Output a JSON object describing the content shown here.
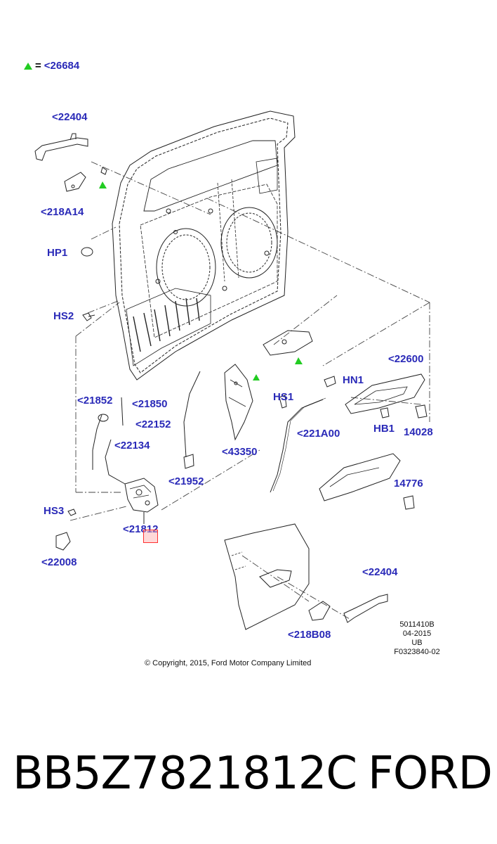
{
  "legend": {
    "symbol": "green-triangle",
    "equals": "=",
    "text": "<26684"
  },
  "callouts": [
    {
      "id": "22404-top",
      "text": "<22404"
    },
    {
      "id": "218A14",
      "text": "<218A14"
    },
    {
      "id": "HP1",
      "text": "HP1"
    },
    {
      "id": "HS2",
      "text": "HS2"
    },
    {
      "id": "21852",
      "text": "<21852"
    },
    {
      "id": "21850",
      "text": "<21850"
    },
    {
      "id": "22152",
      "text": "<22152"
    },
    {
      "id": "22134",
      "text": "<22134"
    },
    {
      "id": "21952",
      "text": "<21952"
    },
    {
      "id": "HS3",
      "text": "HS3"
    },
    {
      "id": "21812",
      "text": "<21812"
    },
    {
      "id": "22008",
      "text": "<22008"
    },
    {
      "id": "43350",
      "text": "<43350"
    },
    {
      "id": "HS1",
      "text": "HS1"
    },
    {
      "id": "HN1",
      "text": "HN1"
    },
    {
      "id": "22600",
      "text": "<22600"
    },
    {
      "id": "221A00",
      "text": "<221A00"
    },
    {
      "id": "HB1",
      "text": "HB1"
    },
    {
      "id": "14028",
      "text": "14028"
    },
    {
      "id": "14776",
      "text": "14776"
    },
    {
      "id": "22404-bottom",
      "text": "<22404"
    },
    {
      "id": "218B08",
      "text": "<218B08"
    }
  ],
  "meta": {
    "line1": "5011410B",
    "line2": "04-2015",
    "line3": "UB",
    "line4": "F0323840-02"
  },
  "copyright": "© Copyright, 2015, Ford Motor Company Limited",
  "footer": {
    "part_number": "BB5Z7821812C",
    "brand": "FORD"
  },
  "colors": {
    "callout": "#2a2ab8",
    "triangle": "#22cc22",
    "highlight": "#ff3030"
  }
}
